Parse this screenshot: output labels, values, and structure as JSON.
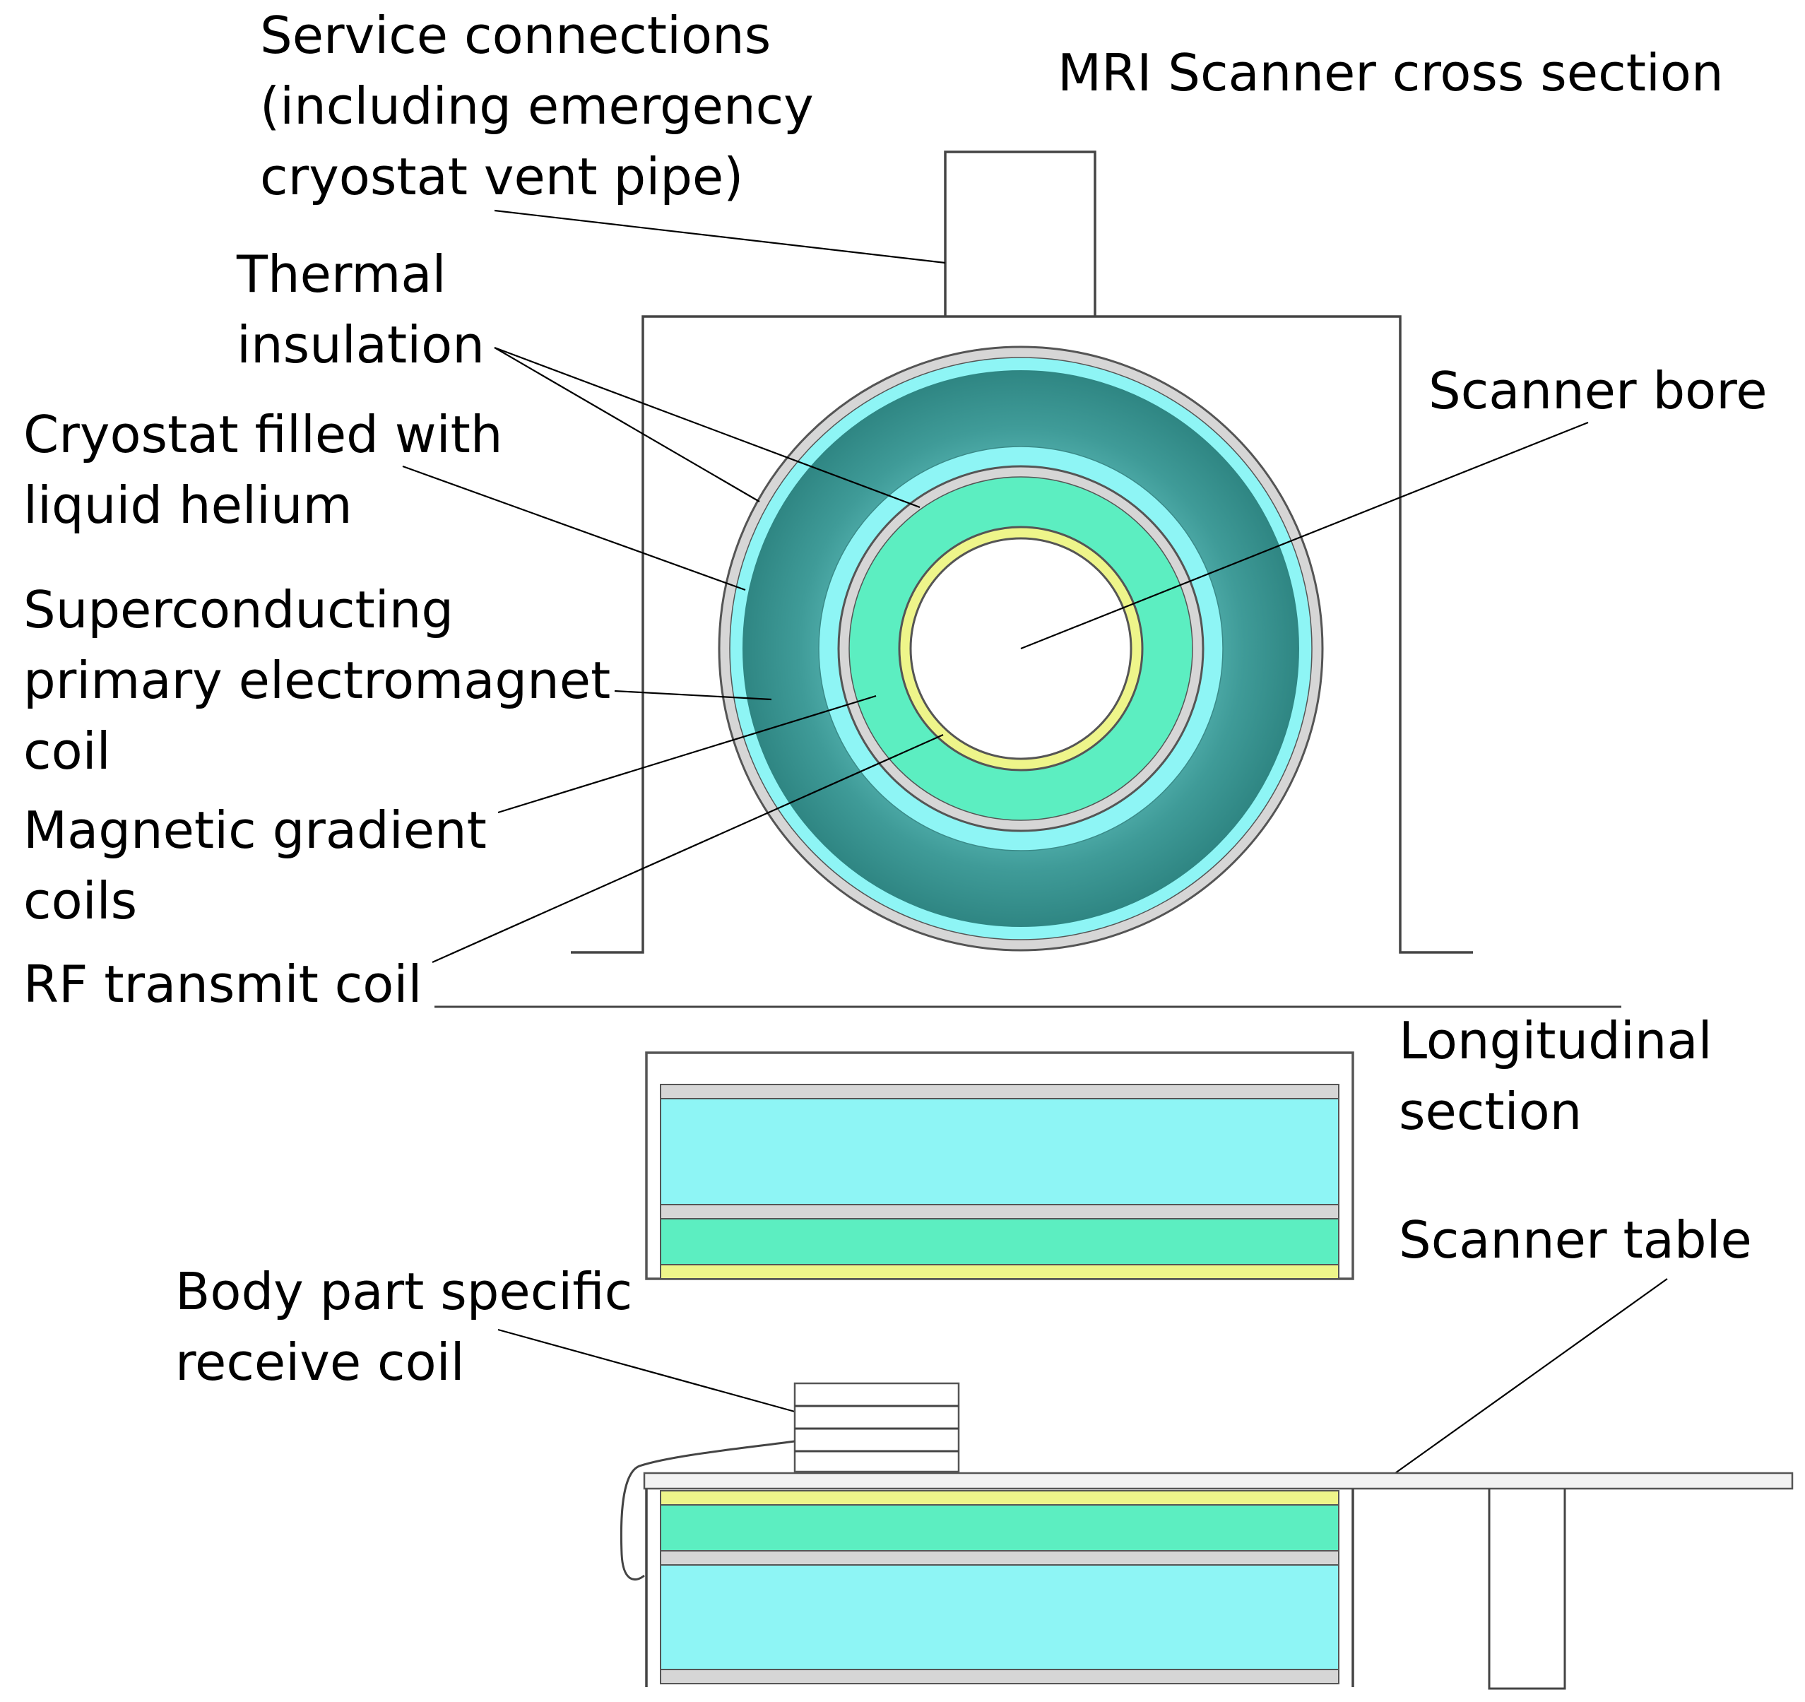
{
  "diagram": {
    "title": "MRI Scanner cross section",
    "longitudinal_label": [
      "Longitudinal",
      "section"
    ],
    "labels": {
      "service": [
        "Service connections",
        "(including emergency",
        "cryostat vent pipe)"
      ],
      "thermal": [
        "Thermal",
        "insulation"
      ],
      "cryostat": [
        "Cryostat filled with",
        "liquid helium"
      ],
      "superconducting": [
        "Superconducting",
        "primary electromagnet",
        "coil"
      ],
      "gradient": [
        "Magnetic gradient",
        "coils"
      ],
      "rf": [
        "RF transmit coil"
      ],
      "bore": [
        "Scanner bore"
      ],
      "table": [
        "Scanner table"
      ],
      "receive": [
        "Body part specific",
        "receive coil"
      ]
    }
  },
  "colors": {
    "insulation": "#d6d6d6",
    "cryostat": "#8ef5f5",
    "magnet_coil": "#3f9b98",
    "gradient": "#5ceec1",
    "rf_coil": "#eef58a",
    "bore": "#ffffff",
    "outline": "#444444"
  }
}
